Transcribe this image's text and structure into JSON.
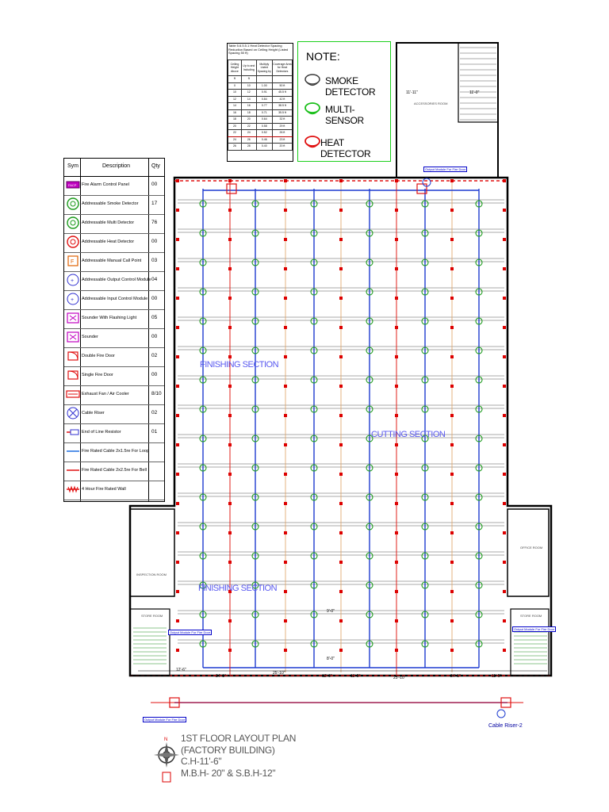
{
  "heat_table": {
    "caption": "Table 5.6.5.5.1 Heat Detector Spacing Reduction Based on Ceiling Height (Listed Spacing 50 ft)",
    "columns": [
      "Ceiling Height Above",
      "Up to and Including",
      "Multiply Listed Spacing by",
      "Coverage Area for Heat Detectors"
    ],
    "units": [
      "ft",
      "ft",
      "",
      ""
    ],
    "rows": [
      [
        "0",
        "10",
        "1.00",
        "50 ft"
      ],
      [
        "10",
        "12",
        "0.91",
        "45.5 ft"
      ],
      [
        "12",
        "14",
        "0.84",
        "42 ft"
      ],
      [
        "14",
        "16",
        "0.77",
        "38.5 ft"
      ],
      [
        "16",
        "18",
        "0.71",
        "35.5 ft"
      ],
      [
        "18",
        "20",
        "0.64",
        "32 ft"
      ],
      [
        "20",
        "22",
        "0.58",
        "29 ft"
      ],
      [
        "22",
        "24",
        "0.52",
        "26 ft"
      ],
      [
        "24",
        "26",
        "0.46",
        "23 ft"
      ],
      [
        "26",
        "28",
        "0.40",
        "20 ft"
      ]
    ]
  },
  "note": {
    "title": "NOTE:",
    "items": [
      {
        "label": "SMOKE DETECTOR",
        "color": "#3a3a3a",
        "icon": "smoke-detector-icon"
      },
      {
        "label": "MULTI-SENSOR",
        "color": "#1bbf1b",
        "icon": "multi-sensor-icon"
      },
      {
        "label": "HEAT DETECTOR",
        "color": "#e01010",
        "icon": "heat-detector-icon"
      }
    ]
  },
  "legend": {
    "headers": {
      "sym": "Sym",
      "desc": "Description",
      "qty": "Qty"
    },
    "rows": [
      {
        "desc": "Fire Alarm Control Panel",
        "qty": "00",
        "icon": "fire-alarm-panel-icon",
        "color": "#c000c0"
      },
      {
        "desc": "Addressable Smoke Detector",
        "qty": "17",
        "icon": "smoke-detector-icon",
        "color": "#1a9a1a"
      },
      {
        "desc": "Addressable Multi Detector",
        "qty": "76",
        "icon": "multi-detector-icon",
        "color": "#1a9a1a"
      },
      {
        "desc": "Addressable Heat Detector",
        "qty": "00",
        "icon": "heat-detector-icon",
        "color": "#e01010"
      },
      {
        "desc": "Addressable Manual Call Point",
        "qty": "03",
        "icon": "manual-call-point-icon",
        "color": "#e06000"
      },
      {
        "desc": "Addressable Output Control Module",
        "qty": "04",
        "icon": "output-module-icon",
        "color": "#3030d0"
      },
      {
        "desc": "Addressable Input Control Module",
        "qty": "00",
        "icon": "input-module-icon",
        "color": "#3030d0"
      },
      {
        "desc": "Sounder With Flashing Light",
        "qty": "05",
        "icon": "sounder-flash-icon",
        "color": "#c000c0"
      },
      {
        "desc": "Sounder",
        "qty": "00",
        "icon": "sounder-icon",
        "color": "#c000c0"
      },
      {
        "desc": "Double Fire Door",
        "qty": "02",
        "icon": "double-fire-door-icon",
        "color": "#e01010"
      },
      {
        "desc": "Single Fire Door",
        "qty": "00",
        "icon": "single-fire-door-icon",
        "color": "#e01010"
      },
      {
        "desc": "Exhaust Fan / Air Cooler",
        "qty": "8/10",
        "icon": "exhaust-fan-icon",
        "color": "#e01010"
      },
      {
        "desc": "Cable Riser",
        "qty": "02",
        "icon": "cable-riser-icon",
        "color": "#3030d0"
      },
      {
        "desc": "End of Line Resistor",
        "qty": "01",
        "icon": "eol-resistor-icon",
        "color": "#3030d0"
      },
      {
        "desc": "Fire Rated Cable 2x1.5re For Loop",
        "qty": "",
        "icon": "loop-cable-icon",
        "color": "#1e6ee0"
      },
      {
        "desc": "Fire Rated Cable 2x2.5re For Bell",
        "qty": "",
        "icon": "bell-cable-icon",
        "color": "#e01010"
      },
      {
        "desc": "4 Hour Fire Rated Wall",
        "qty": "",
        "icon": "fire-wall-icon",
        "color": "#e01010"
      }
    ]
  },
  "plan": {
    "sections": {
      "finishing_top": "FINISHING SECTION",
      "cutting": "CUTTING SECTION",
      "finishing_bottom": "FINISHING SECTION"
    },
    "rooms": {
      "accessories": "ACCESSORIES ROOM",
      "inspection": "INSPECTION ROOM",
      "store_left": "STORE ROOM",
      "store_right": "STORE ROOM",
      "office": "OFFICE ROOM"
    },
    "dimensions": [
      "12'-6\"",
      "24'-1\"",
      "25'-10\"",
      "12'-0\"",
      "11'-5\"",
      "25'-10\"",
      "24'-1\"",
      "11'-5\"",
      "9'-0\"",
      "11'-11\"",
      "11'-0\"",
      "8'-0\""
    ],
    "riser_label": "Cable Riser-2",
    "module_labels": [
      "Output Module For Fire Door",
      "Output Module For Fire Door",
      "Output Module For Fire Door",
      "Output Module For Fire Door"
    ],
    "colors": {
      "loop": "#1e3cd0",
      "bell": "#e01010",
      "wall": "#e01010",
      "structure": "#000000",
      "detector": "#1a9a1a",
      "beam": "#e0a060"
    }
  },
  "title_block": {
    "lines": [
      "1ST FLOOR LAYOUT PLAN",
      "(FACTORY BUILDING)",
      "C.H-11'-6\"",
      "M.B.H- 20\" & S.B.H-12\""
    ]
  }
}
